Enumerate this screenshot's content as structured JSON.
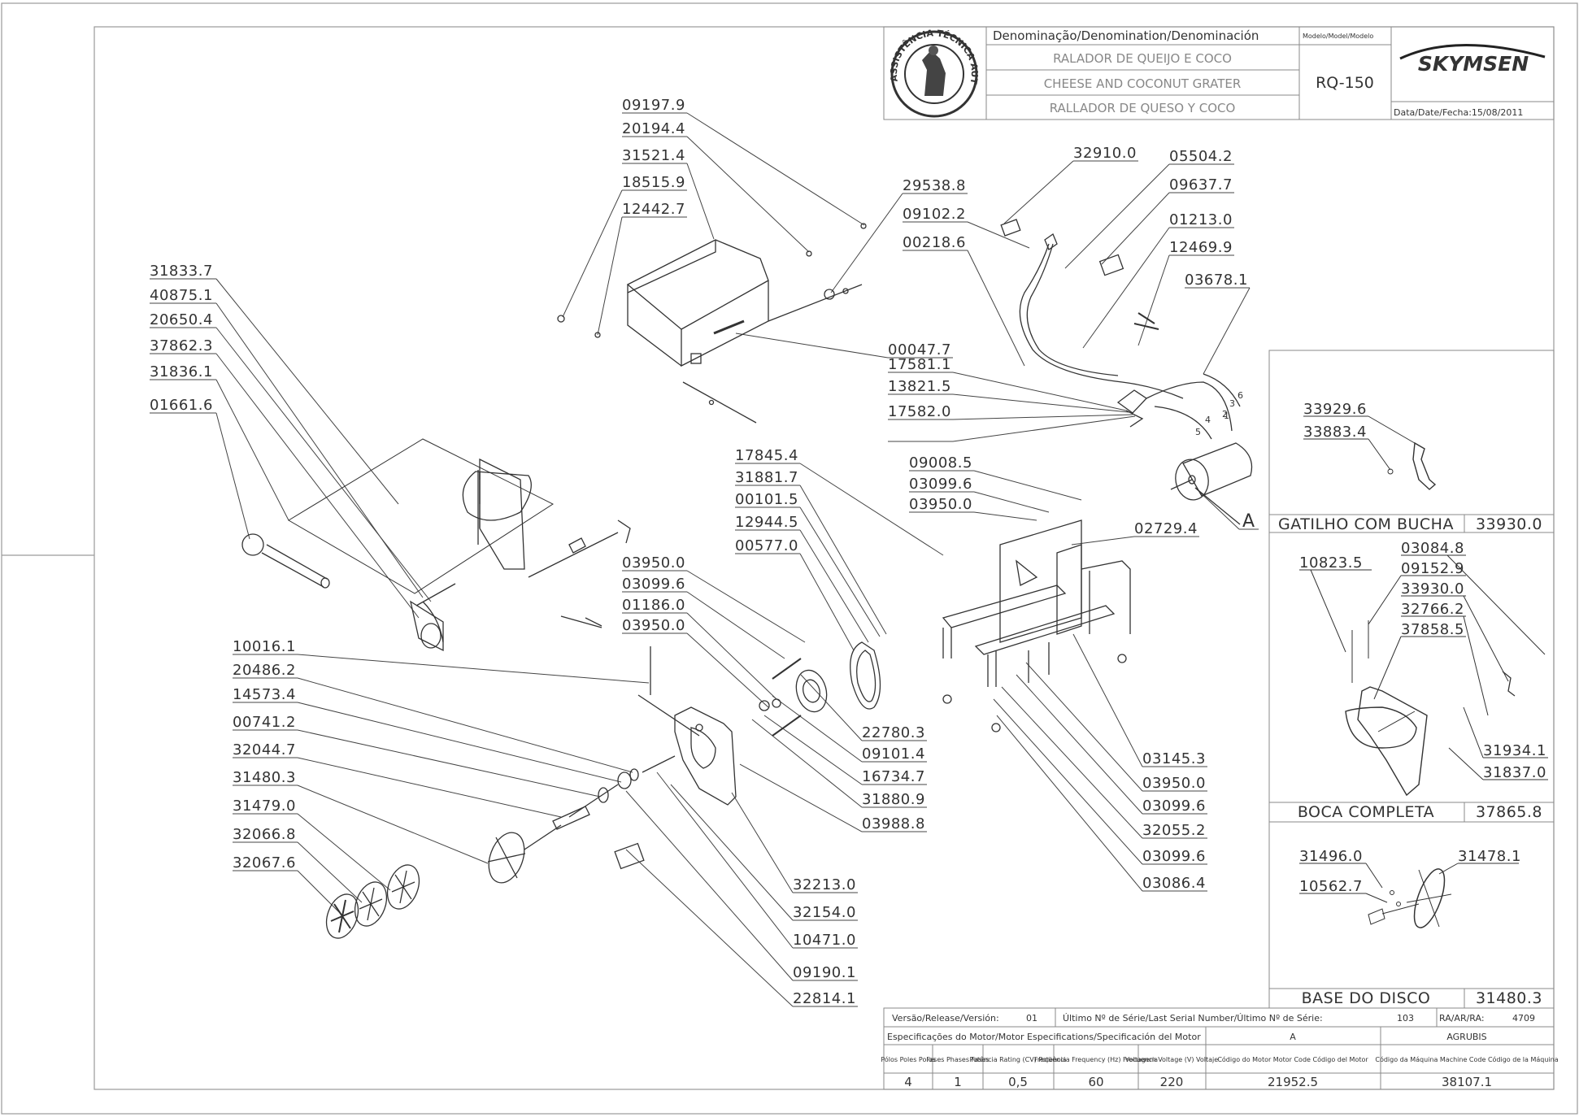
{
  "title_block": {
    "denomination_header": "Denominação/Denomination/Denominación",
    "model_header": "Modelo/Model/Modelo",
    "name_pt": "RALADOR DE QUEIJO E COCO",
    "name_en": "CHEESE AND COCONUT GRATER",
    "name_es": "RALLADOR DE QUESO Y COCO",
    "model": "RQ-150",
    "brand": "SKYMSEN",
    "date": "Data/Date/Fecha:15/08/2011",
    "seal_text": "ASSISTÊNCIA TÉCNICA AUTORIZADA"
  },
  "callouts": {
    "c01": "09197.9",
    "c02": "20194.4",
    "c03": "31521.4",
    "c04": "18515.9",
    "c05": "12442.7",
    "c06": "29538.8",
    "c07": "32910.0",
    "c08": "05504.2",
    "c09": "09102.2",
    "c10": "09637.7",
    "c11": "00218.6",
    "c12": "01213.0",
    "c13": "12469.9",
    "c14": "03678.1",
    "c15": "31833.7",
    "c16": "40875.1",
    "c17": "20650.4",
    "c18": "37862.3",
    "c19": "31836.1",
    "c20": "01661.6",
    "c21": "00047.7",
    "c22": "17581.1",
    "c23": "13821.5",
    "c24": "17582.0",
    "c25": "17845.4",
    "c26": "31881.7",
    "c27": "00101.5",
    "c28": "12944.5",
    "c29": "00577.0",
    "c30": "09008.5",
    "c31": "03099.6",
    "c32": "03950.0",
    "c33": "02729.4",
    "c34": "03950.0",
    "c35": "03099.6",
    "c36": "01186.0",
    "c37": "03950.0",
    "c38": "10016.1",
    "c39": "20486.2",
    "c40": "14573.4",
    "c41": "00741.2",
    "c42": "32044.7",
    "c43": "31480.3",
    "c44": "31479.0",
    "c45": "32066.8",
    "c46": "32067.6",
    "c47": "22780.3",
    "c48": "09101.4",
    "c49": "16734.7",
    "c50": "31880.9",
    "c51": "03988.8",
    "c52": "03145.3",
    "c53": "03950.0",
    "c54": "03099.6",
    "c55": "32055.2",
    "c56": "03099.6",
    "c57": "03086.4",
    "c58": "32213.0",
    "c59": "32154.0",
    "c60": "10471.0",
    "c61": "09190.1",
    "c62": "22814.1",
    "motor_ref": "A",
    "wire_1": "1",
    "wire_2": "2",
    "wire_3": "3",
    "wire_4": "4",
    "wire_5": "5",
    "wire_6": "6"
  },
  "panels": {
    "gatilho": {
      "title": "GATILHO COM BUCHA",
      "code": "33930.0",
      "c1": "33929.6",
      "c2": "33883.4"
    },
    "boca": {
      "title": "BOCA COMPLETA",
      "code": "37865.8",
      "c1": "10823.5",
      "c2": "03084.8",
      "c3": "09152.9",
      "c4": "33930.0",
      "c5": "32766.2",
      "c6": "37858.5",
      "c7": "31934.1",
      "c8": "31837.0"
    },
    "base": {
      "title": "BASE DO DISCO",
      "code": "31480.3",
      "c1": "31496.0",
      "c2": "31478.1",
      "c3": "10562.7"
    }
  },
  "release_table": {
    "version_label": "Versão/Release/Versión:",
    "version": "01",
    "serial_label": "Último Nº de Série/Last Serial Number/Último Nº de Série:",
    "serial": "103",
    "ra_label": "RA/AR/RA:",
    "ra": "4709",
    "motor_spec_label": "Especificações do Motor/Motor Especifications/Specificación del Motor",
    "motor_letter": "A",
    "machine_name": "AGRUBIS",
    "col_poles": "Pólos Poles Polos",
    "col_phases": "Fases Phases Fases",
    "col_power": "Potência Rating (CV) Potencia",
    "col_freq": "Freqüência Frequency (Hz) Frecuencia",
    "col_volt": "Voltagem Voltage (V) Voltaje",
    "col_motor_code": "Código do Motor Motor Code Código del Motor",
    "col_machine_code": "Código da Máquina Machine Code Código de la Máquina",
    "poles": "4",
    "phases": "1",
    "power": "0,5",
    "frequency": "60",
    "voltage": "220",
    "motor_code": "21952.5",
    "machine_code": "38107.1"
  }
}
